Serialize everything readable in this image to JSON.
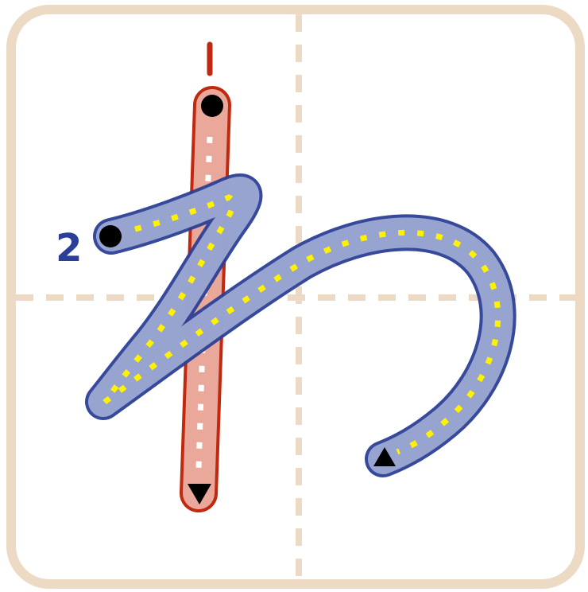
{
  "colors": {
    "frame": "#ecdac4",
    "guide": "#ecdac4",
    "stroke1_fill": "#e9a89a",
    "stroke1_outline": "#c0290f",
    "stroke2_fill": "#a9b4d9",
    "stroke2_outline": "#2b3f96",
    "stroke1_dots": "#ffffff",
    "stroke2_dots": "#fff200",
    "markers": "#000000"
  },
  "strokes": [
    {
      "order": 1,
      "number_label": "1",
      "start_marker": "start-dot",
      "end_marker": "end-arrow-down"
    },
    {
      "order": 2,
      "number_label": "2",
      "start_marker": "start-dot",
      "end_marker": "end-arrow-up"
    }
  ]
}
